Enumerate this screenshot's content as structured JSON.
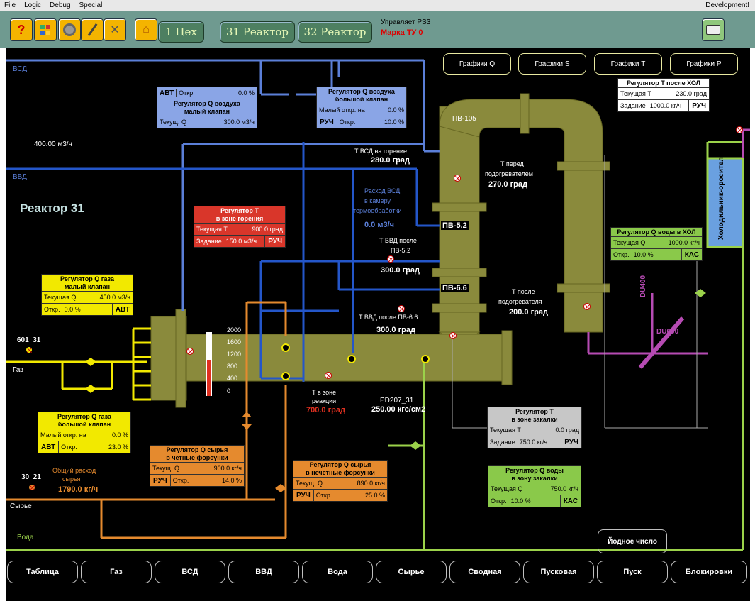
{
  "menubar": {
    "items": [
      "File",
      "Logic",
      "Debug",
      "Special"
    ],
    "right_label": "Development!"
  },
  "toolbar": {
    "shop_label": "1 Цех",
    "reactor31_label": "31 Реактор",
    "reactor32_label": "32 Реактор",
    "control_label": "Управляет PS3",
    "brand_label": "Марка ТУ 0"
  },
  "graph_buttons": [
    "Графики Q",
    "Графики S",
    "Графики T",
    "Графики P"
  ],
  "reactor_title": "Реактор 31",
  "iodine_button": "Йодное число",
  "bottom_buttons": [
    "Таблица",
    "Газ",
    "ВСД",
    "ВВД",
    "Вода",
    "Сырье",
    "Сводная",
    "Пусковая",
    "Пуск",
    "Блокировки"
  ],
  "lines": {
    "vsd": "ВСД",
    "vvd": "ВВД",
    "gas": "Газ",
    "raw": "Сырье",
    "water": "Вода",
    "vvd_flow": "400.00 м3/ч",
    "gas_tag": "601_31",
    "raw_tag": "30_21",
    "raw_total_label_1": "Общий расход",
    "raw_total_label_2": "сырья",
    "raw_total_value": "1790.0 кг/ч"
  },
  "equipment": {
    "pv105": "ПВ-105",
    "pv52": "ПВ-5.2",
    "pv66": "ПВ-6.6",
    "cooler": "Холодильник-ороситель",
    "du400": "DU400",
    "du600": "DU600"
  },
  "readings": {
    "t_vsd_label": "T ВСД на горение",
    "t_vsd_value": "280.0 град",
    "vsd_flow_label_1": "Расход ВСД",
    "vsd_flow_label_2": "в камеру",
    "vsd_flow_label_3": "термообработки",
    "vsd_flow_value": "0.0 м3/ч",
    "t_heater_label_1": "T перед",
    "t_heater_label_2": "подогревателем",
    "t_heater_value": "270.0 град",
    "t_vvd52_label_1": "T ВВД после",
    "t_vvd52_label_2": "ПВ-5.2",
    "t_vvd52_value": "300.0 град",
    "t_vvd66_label": "T ВВД после ПВ-6.6",
    "t_vvd66_value": "300.0 град",
    "t_after_heater_label_1": "T после",
    "t_after_heater_label_2": "подогревателя",
    "t_after_heater_value": "200.0 град",
    "t_zone_label_1": "T в зоне",
    "t_zone_label_2": "реакции",
    "t_zone_value": "700.0 град",
    "pd_label": "PD207_31",
    "pd_value": "250.00 кгс/см2"
  },
  "scale_ticks": [
    "2000",
    "1600",
    "1200",
    "800",
    "400",
    "0"
  ],
  "panels": {
    "air_small": {
      "mode": "АВТ",
      "open_label": "Откр.",
      "open_value": "0.0 %",
      "title_1": "Регулятор Q воздуха",
      "title_2": "малый клапан",
      "current_label": "Текущ. Q",
      "current_value": "300.0 м3/ч"
    },
    "air_big": {
      "title_1": "Регулятор Q воздуха",
      "title_2": "большой клапан",
      "small_open_label": "Малый откр. на",
      "small_open_value": "0.0 %",
      "mode": "РУЧ",
      "open_label": "Откр.",
      "open_value": "10.0 %"
    },
    "t_after_cooler": {
      "title": "Регулятор T после ХОЛ",
      "current_label": "Текущая T",
      "current_value": "230.0 град",
      "setpoint_label": "Задание",
      "setpoint_value": "1000.0 кг/ч",
      "mode": "РУЧ"
    },
    "burn_zone": {
      "title_1": "Регулятор T",
      "title_2": "в зоне горения",
      "current_label": "Текущая T",
      "current_value": "900.0 град",
      "setpoint_label": "Задание",
      "setpoint_value": "150.0 м3/ч",
      "mode": "РУЧ"
    },
    "water_hol": {
      "title": "Регулятор Q воды в ХОЛ",
      "current_label": "Текущая Q",
      "current_value": "1000.0 кг/ч",
      "open_label": "Откр.",
      "open_value": "10.0 %",
      "mode": "КАС"
    },
    "gas_small": {
      "title_1": "Регулятор Q газа",
      "title_2": "малый клапан",
      "current_label": "Текущая Q",
      "current_value": "450.0 м3/ч",
      "open_label": "Откр.",
      "open_value": "0.0 %",
      "mode": "АВТ"
    },
    "gas_big": {
      "title_1": "Регулятор Q газа",
      "title_2": "большой клапан",
      "small_open_label": "Малый откр. на",
      "small_open_value": "0.0 %",
      "mode": "АВТ",
      "open_label": "Откр.",
      "open_value": "23.0 %"
    },
    "t_quench": {
      "title_1": "Регулятор T",
      "title_2": "в зоне закалки",
      "current_label": "Текущая T",
      "current_value": "0.0 град",
      "setpoint_label": "Задание",
      "setpoint_value": "750.0 кг/ч",
      "mode": "РУЧ"
    },
    "raw_even": {
      "title_1": "Регулятор Q сырья",
      "title_2": "в четные форсунки",
      "current_label": "Текущ. Q",
      "current_value": "900.0 кг/ч",
      "mode": "РУЧ",
      "open_label": "Откр.",
      "open_value": "14.0 %"
    },
    "raw_odd": {
      "title_1": "Регулятор Q сырья",
      "title_2": "в нечетные форсунки",
      "current_label": "Текущ. Q",
      "current_value": "890.0 кг/ч",
      "mode": "РУЧ",
      "open_label": "Откр.",
      "open_value": "25.0 %"
    },
    "water_quench": {
      "title_1": "Регулятор Q воды",
      "title_2": "в зону закалки",
      "current_label": "Текущая Q",
      "current_value": "750.0 кг/ч",
      "open_label": "Откр.",
      "open_value": "10.0 %",
      "mode": "КАС"
    }
  },
  "colors": {
    "vsd_line": "#5b7fd8",
    "vvd_line": "#2456c9",
    "gas_line": "#f2e900",
    "raw_line": "#e58a2e",
    "water_line": "#9bd24a",
    "cooler_water": "#b64bb3",
    "vessel": "#8a8a3c",
    "alarm_red": "#e03020"
  }
}
